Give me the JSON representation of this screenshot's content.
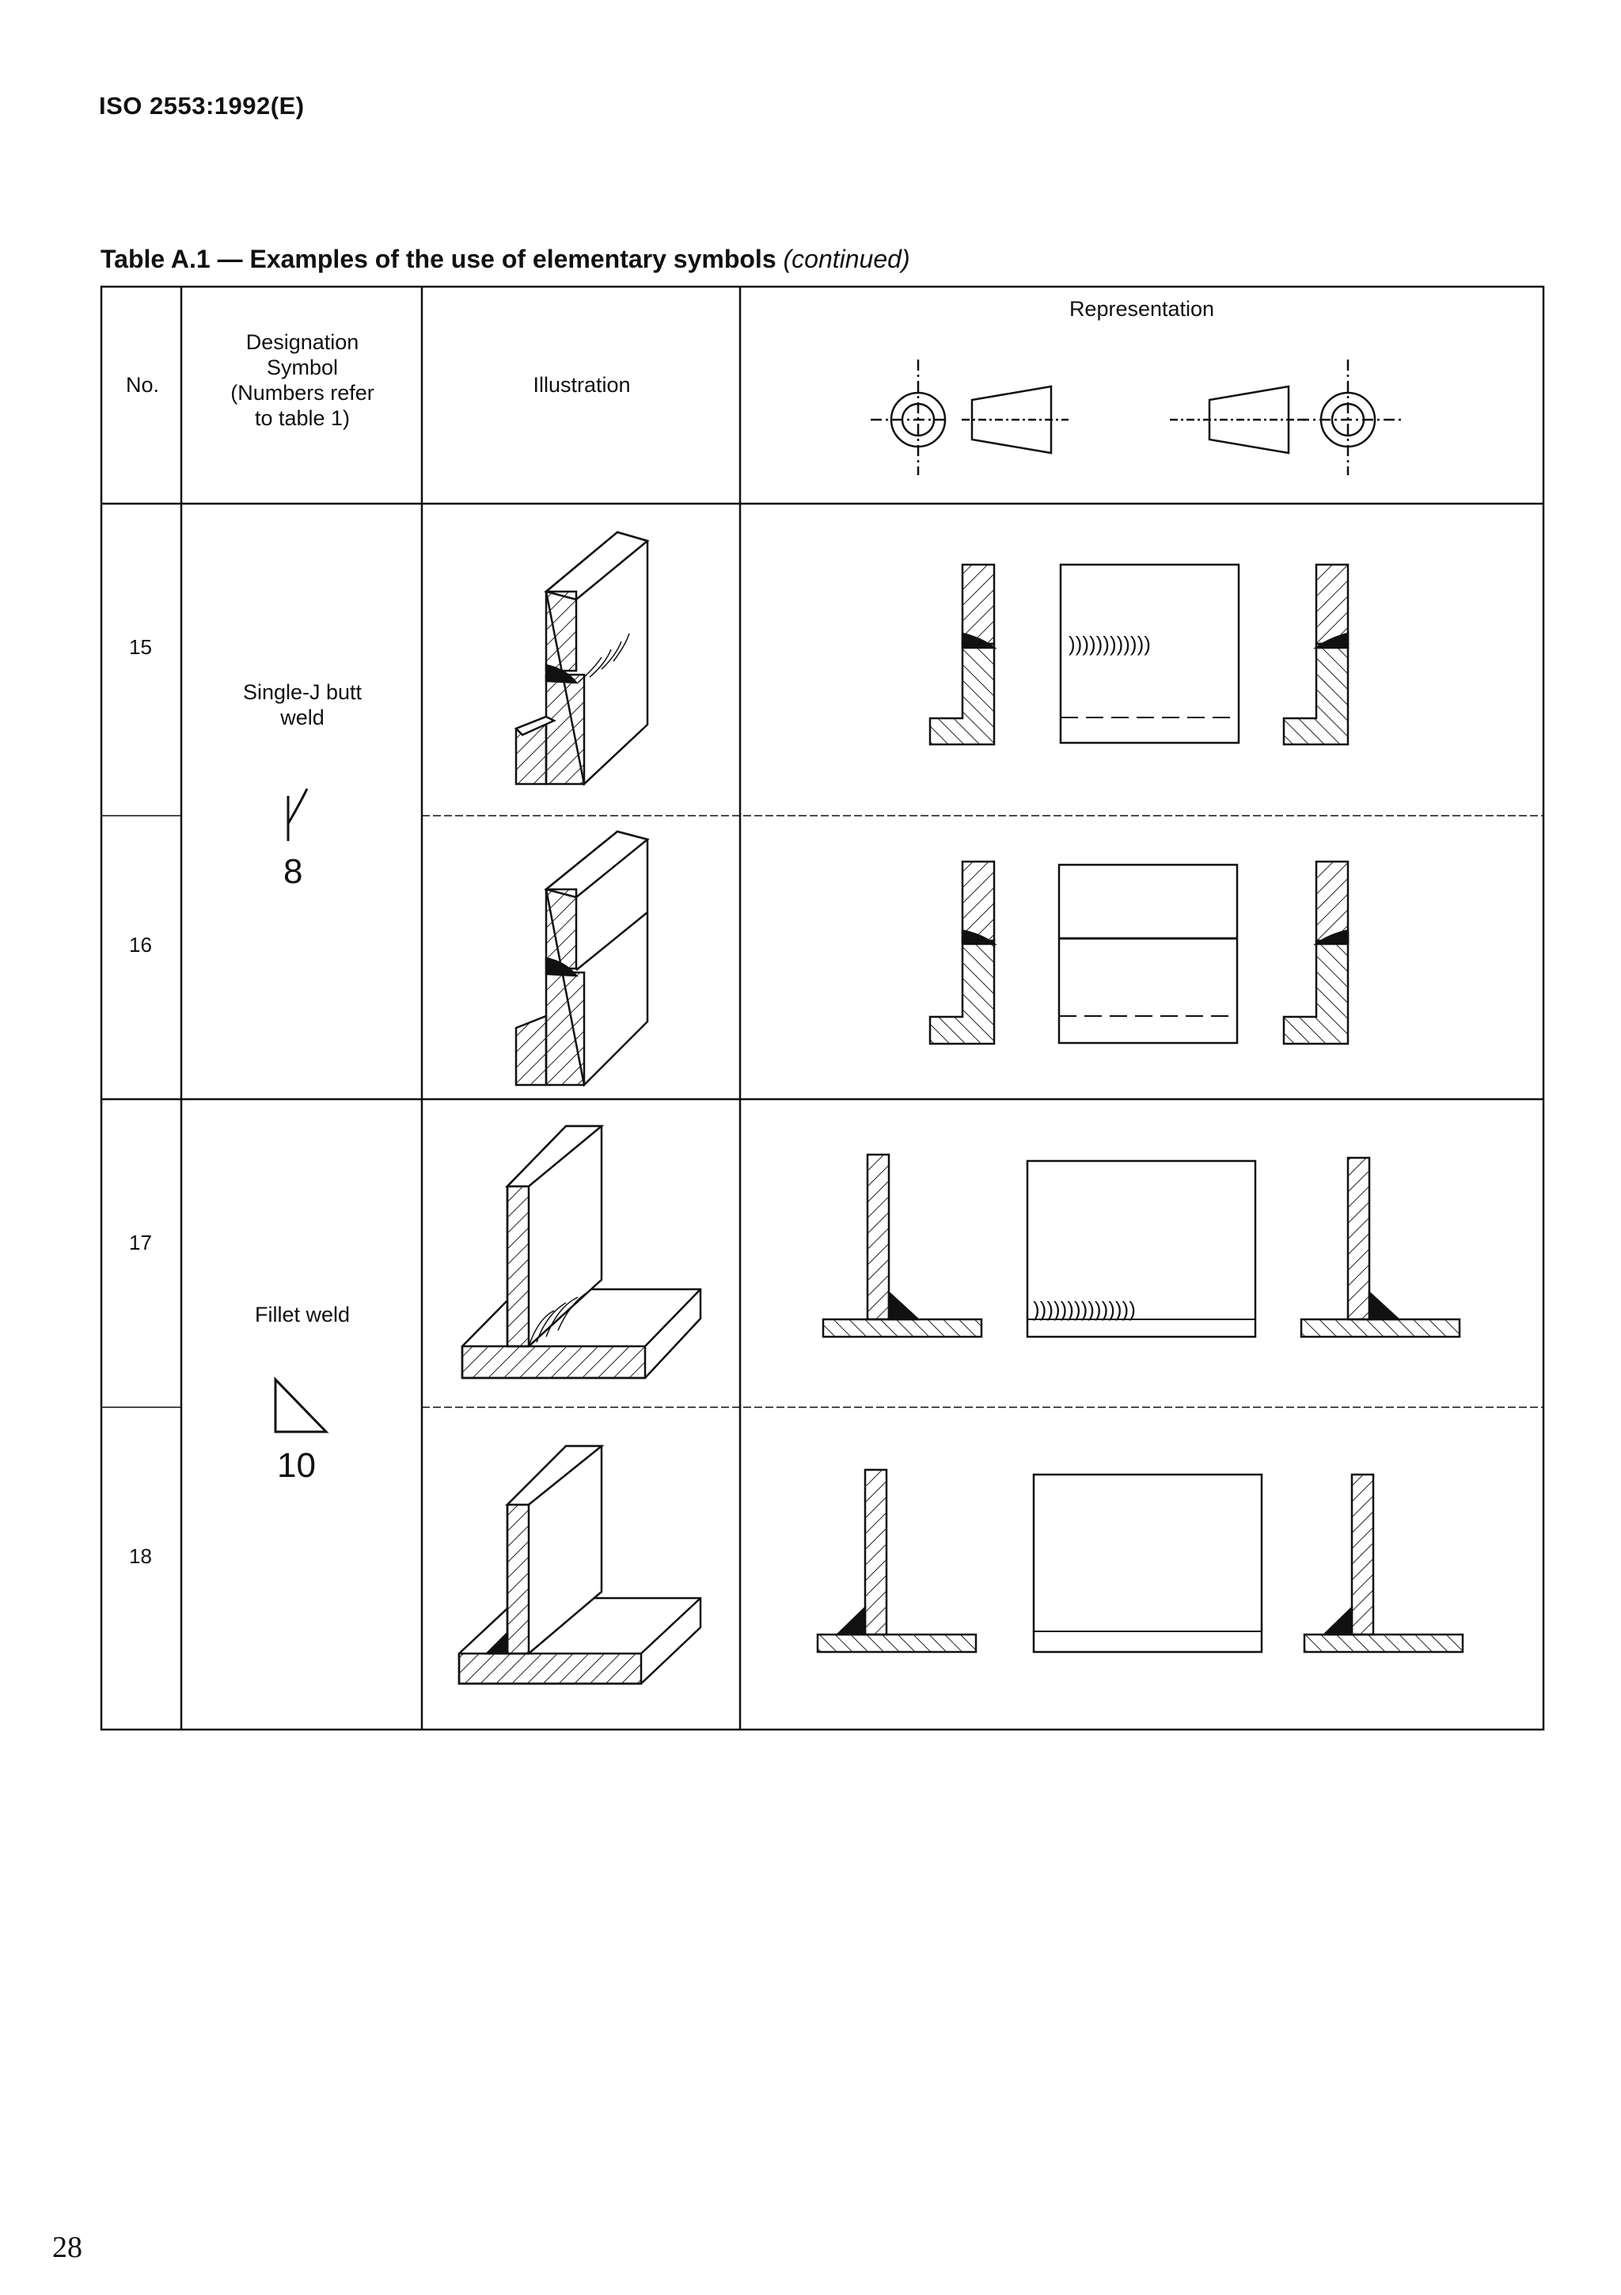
{
  "header": {
    "standard": "ISO 2553:1992(E)"
  },
  "caption": {
    "main": "Table A.1 — Examples of the use of elementary symbols",
    "continued": "(continued)"
  },
  "columns": {
    "no": "No.",
    "designation": [
      "Designation",
      "Symbol",
      "(Numbers refer",
      "to table 1)"
    ],
    "illustration": "Illustration",
    "representation": "Representation"
  },
  "rows": [
    {
      "no": "15"
    },
    {
      "no": "16"
    },
    {
      "no": "17"
    },
    {
      "no": "18"
    }
  ],
  "groups": [
    {
      "designation": [
        "Single-J butt",
        "weld"
      ],
      "symbol_number": "8",
      "symbol_icon": "single-j-butt-weld-symbol"
    },
    {
      "designation": [
        "Fillet weld"
      ],
      "symbol_number": "10",
      "symbol_icon": "fillet-weld-symbol"
    }
  ],
  "page_number": "28"
}
